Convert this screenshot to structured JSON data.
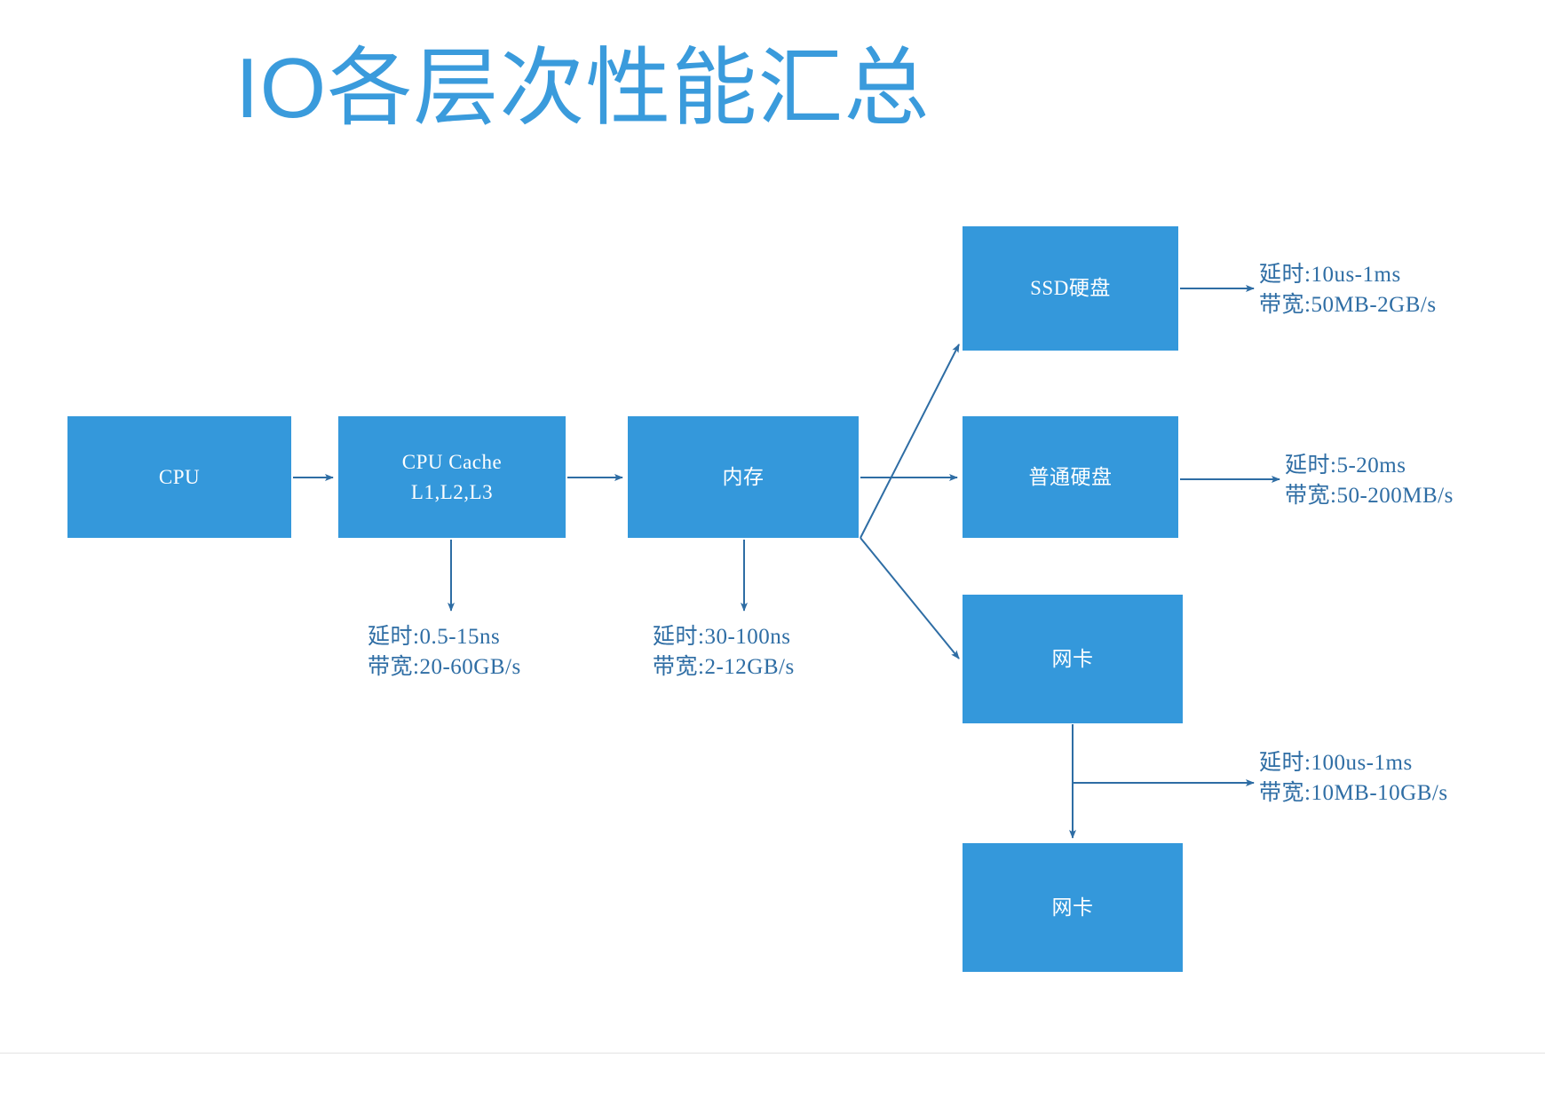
{
  "page": {
    "title": "IO各层次性能汇总",
    "title_color": "#3a9bdc",
    "background": "#ffffff"
  },
  "colors": {
    "box_fill": "#3498db",
    "box_text": "#ffffff",
    "arrow": "#2e6da4",
    "annotation_text": "#2e6da4",
    "divider": "#e3e3e3"
  },
  "nodes": {
    "cpu": {
      "label": "CPU"
    },
    "cpu_cache": {
      "label": "CPU Cache\nL1,L2,L3"
    },
    "memory": {
      "label": "内存"
    },
    "ssd": {
      "label": "SSD硬盘"
    },
    "hdd": {
      "label": "普通硬盘"
    },
    "nic_1": {
      "label": "网卡"
    },
    "nic_2": {
      "label": "网卡"
    }
  },
  "annotations": {
    "cpu_cache": {
      "latency": "延时:0.5-15ns",
      "bandwidth": "带宽:20-60GB/s"
    },
    "memory": {
      "latency": "延时:30-100ns",
      "bandwidth": "带宽:2-12GB/s"
    },
    "ssd": {
      "latency": "延时:10us-1ms",
      "bandwidth": "带宽:50MB-2GB/s"
    },
    "hdd": {
      "latency": "延时:5-20ms",
      "bandwidth": "带宽:50-200MB/s"
    },
    "nic": {
      "latency": "延时:100us-1ms",
      "bandwidth": "带宽:10MB-10GB/s"
    }
  },
  "chart_data": {
    "type": "diagram",
    "title": "IO各层次性能汇总",
    "nodes": [
      {
        "id": "cpu",
        "label": "CPU"
      },
      {
        "id": "cpu_cache",
        "label": "CPU Cache L1,L2,L3",
        "latency": "0.5-15ns",
        "bandwidth": "20-60GB/s"
      },
      {
        "id": "memory",
        "label": "内存",
        "latency": "30-100ns",
        "bandwidth": "2-12GB/s"
      },
      {
        "id": "ssd",
        "label": "SSD硬盘",
        "latency": "10us-1ms",
        "bandwidth": "50MB-2GB/s"
      },
      {
        "id": "hdd",
        "label": "普通硬盘",
        "latency": "5-20ms",
        "bandwidth": "50-200MB/s"
      },
      {
        "id": "nic_1",
        "label": "网卡",
        "latency": "100us-1ms",
        "bandwidth": "10MB-10GB/s"
      },
      {
        "id": "nic_2",
        "label": "网卡"
      }
    ],
    "edges": [
      {
        "from": "cpu",
        "to": "cpu_cache"
      },
      {
        "from": "cpu_cache",
        "to": "memory"
      },
      {
        "from": "memory",
        "to": "ssd"
      },
      {
        "from": "memory",
        "to": "hdd"
      },
      {
        "from": "memory",
        "to": "nic_1"
      },
      {
        "from": "nic_1",
        "to": "nic_2"
      }
    ]
  }
}
